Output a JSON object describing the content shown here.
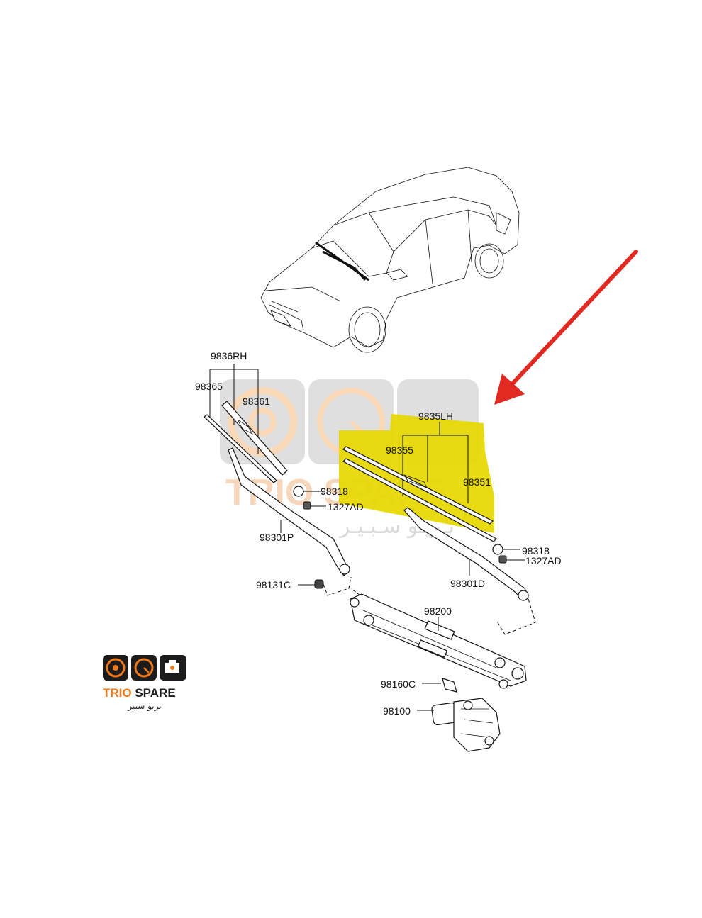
{
  "labels": {
    "rh_set": "9836RH",
    "rh_blade_refill": "98365",
    "rh_blade": "98361",
    "lh_set": "9835LH",
    "lh_blade_refill": "98355",
    "lh_blade": "98351",
    "cap_left": "98318",
    "nut_left": "1327AD",
    "arm_passenger": "98301P",
    "cap_right": "98318",
    "nut_right": "1327AD",
    "arm_driver": "98301D",
    "bolt": "98131C",
    "linkage": "98200",
    "bracket": "98160C",
    "motor": "98100"
  },
  "logo": {
    "name": "TRIO SPARE",
    "arabic": "تريو سبير"
  },
  "watermark": {
    "name": "TRIO SPARE",
    "arabic": "تـريـو سـبـيـر"
  },
  "colors": {
    "highlight": "#e6d800",
    "arrow": "#e02a22",
    "logo_orange": "#f07a1a",
    "logo_dark": "#1c1c1c",
    "watermark_gray": "#d6d6d6",
    "watermark_orange": "#f6c9a0"
  }
}
